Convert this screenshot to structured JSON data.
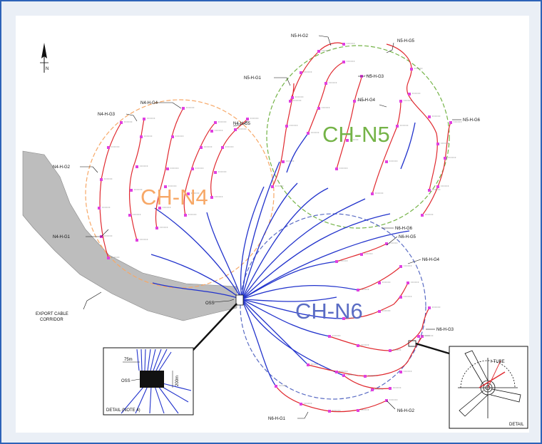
{
  "zones": {
    "n4": {
      "label": "CH-N4",
      "color": "#f7a867"
    },
    "n5": {
      "label": "CH-N5",
      "color": "#74b347"
    },
    "n6": {
      "label": "CH-N6",
      "color": "#5a6cc4"
    }
  },
  "colors": {
    "frame_border": "#2d63b8",
    "red_cable": "#e0282e",
    "blue_cable": "#2233cc",
    "turbine": "#e040e0",
    "corridor": "#bdbdbd"
  },
  "circuits": {
    "n4_g1": "N4-H-G1",
    "n4_g2": "N4-H-G2",
    "n4_g3": "N4-H-G3",
    "n4_g4": "N4-H-G4",
    "n4_g5": "N4-H-G5",
    "n5_g1": "N5-H-G1",
    "n5_g2": "N5-H-G2",
    "n5_g3": "N5-H-G3",
    "n5_g4": "N5-H-G4",
    "n5_g5": "N5-H-G5",
    "n5_g6": "N5-H-G6",
    "n6_g1": "N6-H-G1",
    "n6_g2": "N6-H-G2",
    "n6_g3": "N6-H-G3",
    "n6_g4": "N6-H-G4",
    "n6_g5": "N6-H-G5",
    "n6_g6": "N6-H-G6"
  },
  "export_corridor_line1": "EXPORT CABLE",
  "export_corridor_line2": "CORRIDOR",
  "oss_label": "OSS",
  "detail_oss": {
    "dim_top": "75m",
    "dim_side": "200m",
    "oss": "OSS",
    "caption": "DETAIL (NOTE 4)"
  },
  "detail_turbine": {
    "label": "I-TUBE",
    "caption": "DETAIL"
  },
  "north_label": "N"
}
